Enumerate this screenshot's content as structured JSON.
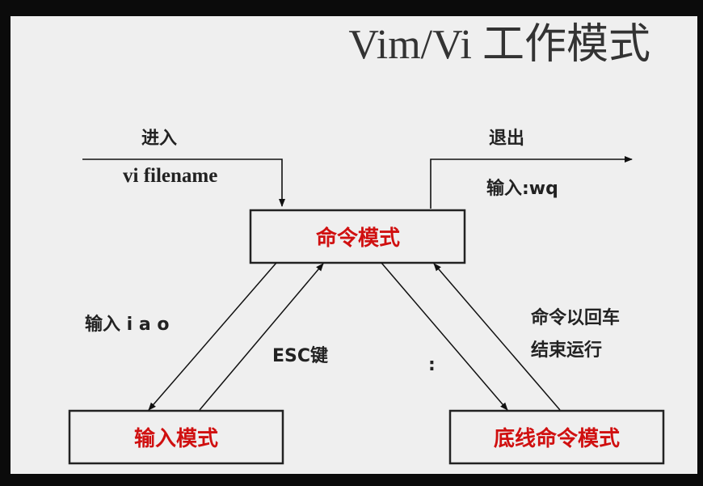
{
  "title": "Vim/Vi 工作模式",
  "modes": {
    "command": "命令模式",
    "insert": "输入模式",
    "last_line": "底线命令模式"
  },
  "labels": {
    "enter": "进入",
    "enter_cmd": "vi filename",
    "exit": "退出",
    "exit_cmd": "输入:wq",
    "to_insert": "输入 i a o",
    "to_command_esc": "ESC键",
    "to_last_line": ":",
    "back_line1": "命令以回车",
    "back_line2": "结束运行"
  },
  "colors": {
    "mode_text": "#d01010",
    "background": "#efefef"
  }
}
